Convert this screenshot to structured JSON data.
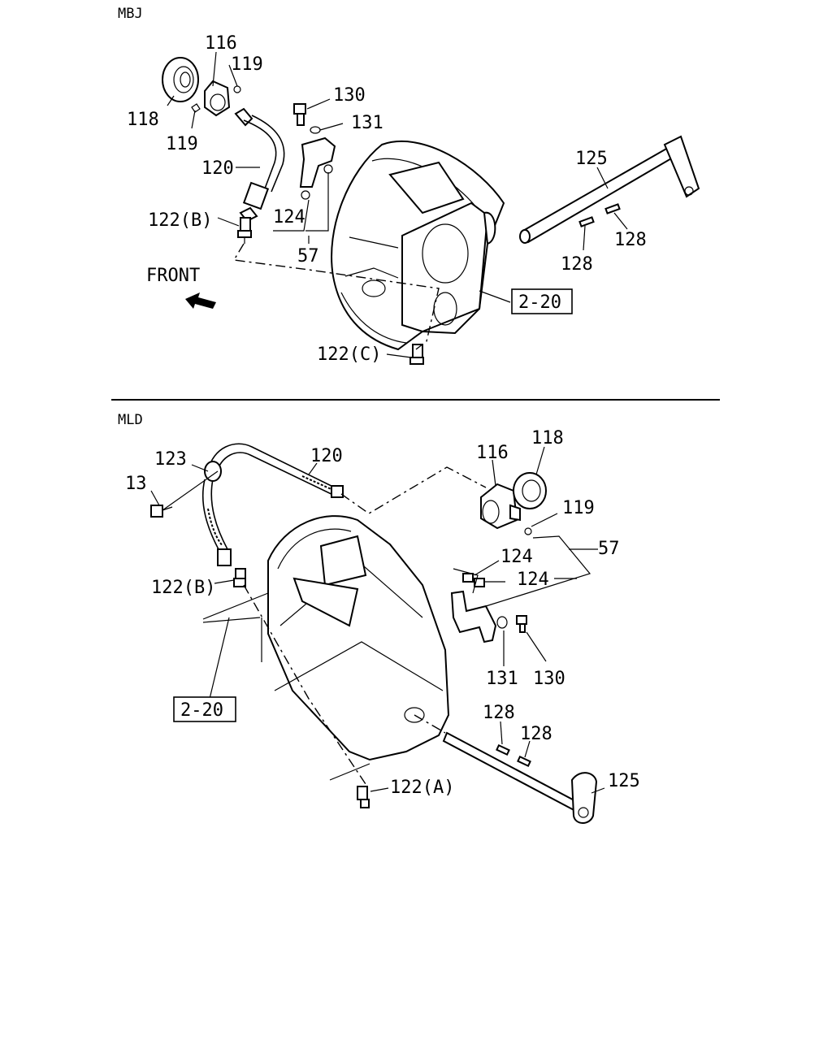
{
  "sections": {
    "top": "MBJ",
    "bottom": "MLD"
  },
  "front_label": "FRONT",
  "top_labels": {
    "p116": "116",
    "p119a": "119",
    "p118": "118",
    "p119b": "119",
    "p130": "130",
    "p131": "131",
    "p120": "120",
    "p125": "125",
    "p122b": "122(B)",
    "p124": "124",
    "p57": "57",
    "p128a": "128",
    "p128b": "128",
    "ref": "2-20",
    "p122c": "122(C)"
  },
  "bottom_labels": {
    "p123": "123",
    "p120": "120",
    "p116": "116",
    "p118": "118",
    "p13": "13",
    "p119": "119",
    "p57": "57",
    "p124a": "124",
    "p124b": "124",
    "p122b": "122(B)",
    "p131": "131",
    "p130": "130",
    "ref": "2-20",
    "p128a": "128",
    "p128b": "128",
    "p125": "125",
    "p122a": "122(A)"
  }
}
